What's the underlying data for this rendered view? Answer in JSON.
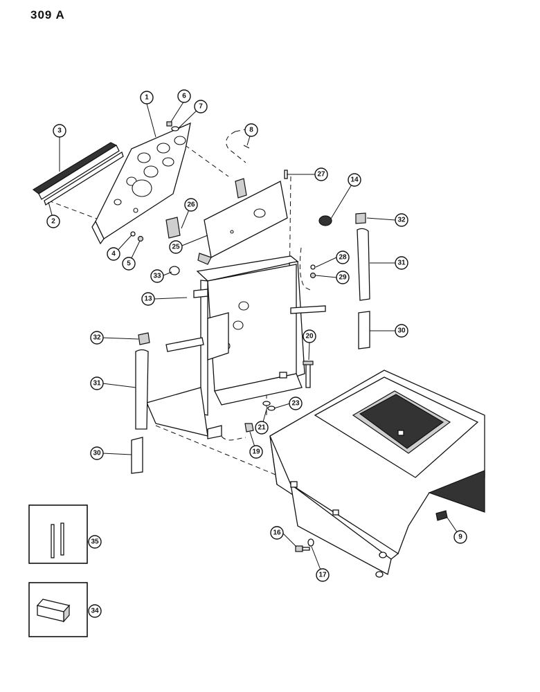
{
  "page": {
    "number": "309 A"
  },
  "callouts": {
    "c1": "1",
    "c2": "2",
    "c3": "3",
    "c4": "4",
    "c5": "5",
    "c6": "6",
    "c7": "7",
    "c8": "8",
    "c9": "9",
    "c13": "13",
    "c14": "14",
    "c16": "16",
    "c17": "17",
    "c19": "19",
    "c20": "20",
    "c21": "21",
    "c23": "23",
    "c25": "25",
    "c26": "26",
    "c27": "27",
    "c28": "28",
    "c29": "29",
    "c30a": "30",
    "c30b": "30",
    "c31a": "31",
    "c31b": "31",
    "c32a": "32",
    "c32b": "32",
    "c33": "33",
    "c34": "34",
    "c35": "35"
  }
}
